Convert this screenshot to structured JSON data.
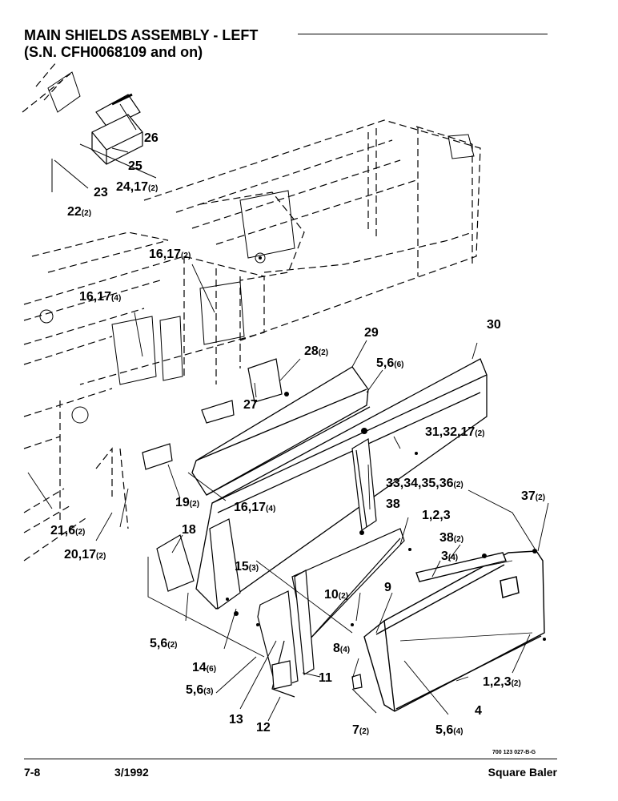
{
  "header": {
    "title": "MAIN SHIELDS ASSEMBLY - LEFT",
    "subtitle": "(S.N. CFH0068109 and on)"
  },
  "callouts": [
    {
      "id": "c26",
      "part": "26",
      "qty": ""
    },
    {
      "id": "c25",
      "part": "25",
      "qty": ""
    },
    {
      "id": "c24",
      "part": "24,17",
      "qty": "(2)"
    },
    {
      "id": "c23",
      "part": "23",
      "qty": ""
    },
    {
      "id": "c22",
      "part": "22",
      "qty": "(2)"
    },
    {
      "id": "c16a",
      "part": "16,17",
      "qty": "(2)"
    },
    {
      "id": "c16b",
      "part": "16,17",
      "qty": "(4)"
    },
    {
      "id": "c30",
      "part": "30",
      "qty": ""
    },
    {
      "id": "c29",
      "part": "29",
      "qty": ""
    },
    {
      "id": "c28",
      "part": "28",
      "qty": "(2)"
    },
    {
      "id": "c56a",
      "part": "5,6",
      "qty": "(6)"
    },
    {
      "id": "c27",
      "part": "27",
      "qty": ""
    },
    {
      "id": "c31",
      "part": "31,32,17",
      "qty": "(2)"
    },
    {
      "id": "c33",
      "part": "33,34,35,36",
      "qty": "(2)"
    },
    {
      "id": "c19",
      "part": "19",
      "qty": "(2)"
    },
    {
      "id": "c16c",
      "part": "16,17",
      "qty": "(4)"
    },
    {
      "id": "c38a",
      "part": "38",
      "qty": ""
    },
    {
      "id": "c37",
      "part": "37",
      "qty": "(2)"
    },
    {
      "id": "c21",
      "part": "21,6",
      "qty": "(2)"
    },
    {
      "id": "c18",
      "part": "18",
      "qty": ""
    },
    {
      "id": "c123a",
      "part": "1,2,3",
      "qty": ""
    },
    {
      "id": "c38b",
      "part": "38",
      "qty": "(2)"
    },
    {
      "id": "c20",
      "part": "20,17",
      "qty": "(2)"
    },
    {
      "id": "c3",
      "part": "3",
      "qty": "(4)"
    },
    {
      "id": "c15",
      "part": "15",
      "qty": "(3)"
    },
    {
      "id": "c10",
      "part": "10",
      "qty": "(2)"
    },
    {
      "id": "c9",
      "part": "9",
      "qty": ""
    },
    {
      "id": "c56b",
      "part": "5,6",
      "qty": "(2)"
    },
    {
      "id": "c8",
      "part": "8",
      "qty": "(4)"
    },
    {
      "id": "c14",
      "part": "14",
      "qty": "(6)"
    },
    {
      "id": "c11",
      "part": "11",
      "qty": ""
    },
    {
      "id": "c123b",
      "part": "1,2,3",
      "qty": "(2)"
    },
    {
      "id": "c56c",
      "part": "5,6",
      "qty": "(3)"
    },
    {
      "id": "c4",
      "part": "4",
      "qty": ""
    },
    {
      "id": "c13",
      "part": "13",
      "qty": ""
    },
    {
      "id": "c7",
      "part": "7",
      "qty": "(2)"
    },
    {
      "id": "c56d",
      "part": "5,6",
      "qty": "(4)"
    },
    {
      "id": "c12",
      "part": "12",
      "qty": ""
    }
  ],
  "footer": {
    "doc_number": "700 123 027-B-G",
    "page": "7-8",
    "date": "3/1992",
    "product": "Square Baler"
  }
}
